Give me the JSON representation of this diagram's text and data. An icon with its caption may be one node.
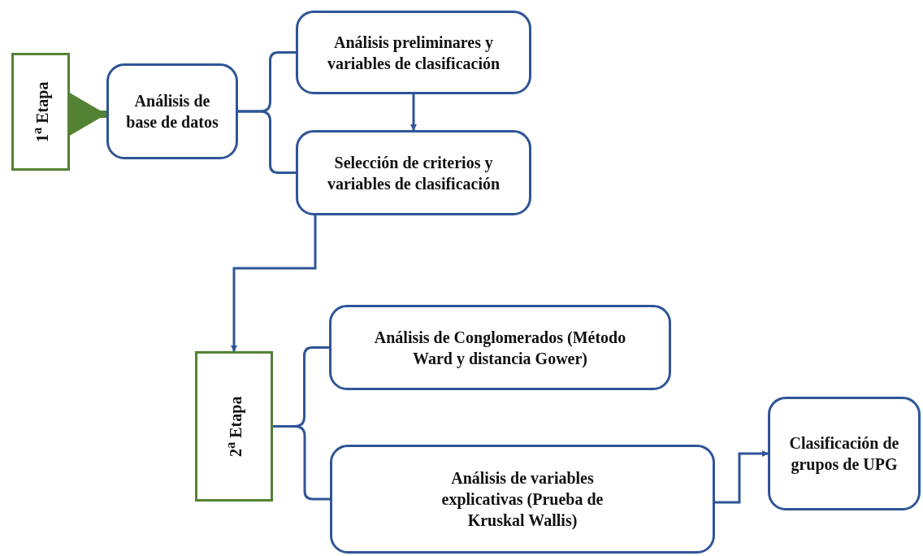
{
  "diagram": {
    "nodes": [
      {
        "text": [
          "1$^{a}$ Etapa"
        ]
      },
      {
        "text": [
          "Análisis de base de datos"
        ]
      },
      {
        "text": [
          "Análisis preliminares y variables de clasificación"
        ]
      },
      {
        "text": [
          "Selección de criterios y variables de clasificación"
        ]
      },
      {
        "text": [
          "2$^{a}$ Etapa"
        ]
      },
      {
        "text": [
          "Análisis de Conglomerados (Método Ward y distancia Gower)"
        ]
      },
      {
        "text": [
          "Análisis de variables explicativas (Prueba de Kruskal Wallis)"
        ]
      },
      {
        "text": [
          "Clasificación de grupos de UPG"
        ]
      }
    ],
    "edges": [
      {
        "from": 0,
        "to": 1,
        "arrow": "to",
        "style": "thick",
        "color": "#548235"
      },
      {
        "from": 1,
        "to": 2,
        "arrow": "none"
      },
      {
        "from": 1,
        "to": 3,
        "arrow": "none"
      },
      {
        "from": 2,
        "to": 3,
        "arrow": "to"
      },
      {
        "from": 3,
        "to": 4,
        "arrow": "to"
      },
      {
        "from": 4,
        "to": 5,
        "arrow": "none"
      },
      {
        "from": 4,
        "to": 6,
        "arrow": "none"
      },
      {
        "from": 6,
        "to": 7,
        "arrow": "to"
      }
    ]
  }
}
